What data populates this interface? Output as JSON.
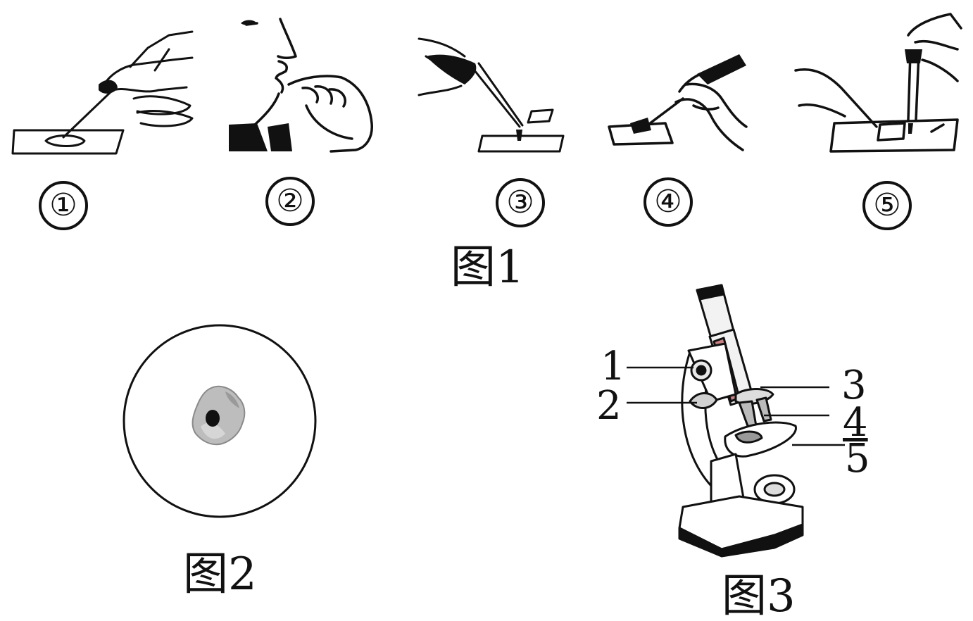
{
  "figure1": {
    "caption": "图1",
    "steps": [
      {
        "label": "①",
        "icon": "smear-on-slide-icon"
      },
      {
        "label": "②",
        "icon": "rinse-mouth-icon"
      },
      {
        "label": "③",
        "icon": "drop-on-slide-icon"
      },
      {
        "label": "④",
        "icon": "scrape-cheek-icon"
      },
      {
        "label": "⑤",
        "icon": "stain-slide-icon"
      }
    ]
  },
  "figure2": {
    "caption": "图2",
    "icon": "cheek-cell-view-icon"
  },
  "figure3": {
    "caption": "图3",
    "icon": "microscope-icon",
    "parts": [
      "1",
      "2",
      "3",
      "4",
      "5"
    ]
  }
}
